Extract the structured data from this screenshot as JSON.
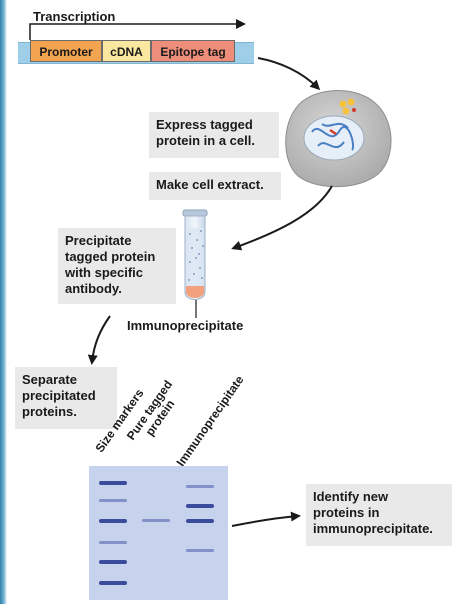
{
  "transcription_label": "Transcription",
  "gene": {
    "promoter": "Promoter",
    "cdna": "cDNA",
    "epitope_tag": "Epitope tag"
  },
  "steps": {
    "express": [
      "Express tagged",
      "protein in a cell."
    ],
    "extract": "Make cell extract.",
    "precipitate": [
      "Precipitate",
      "tagged protein",
      "with specific",
      "antibody."
    ],
    "immunoprecipitate_label": "Immunoprecipitate",
    "separate": [
      "Separate",
      "precipitated",
      "proteins."
    ],
    "identify": [
      "Identify new",
      "proteins in",
      "immunoprecipitate."
    ]
  },
  "gel": {
    "lanes": [
      {
        "label": [
          "Size markers"
        ]
      },
      {
        "label": [
          "Pure tagged",
          "protein"
        ]
      },
      {
        "label": [
          "Immunoprecipitate"
        ]
      }
    ]
  },
  "colors": {
    "promoter": "#f2a451",
    "cdna": "#fbe8a0",
    "epitope": "#ee8d7a",
    "gel": "#c7d3ec",
    "band": "#3c4c9c",
    "label_box": "#e9e9e9"
  }
}
